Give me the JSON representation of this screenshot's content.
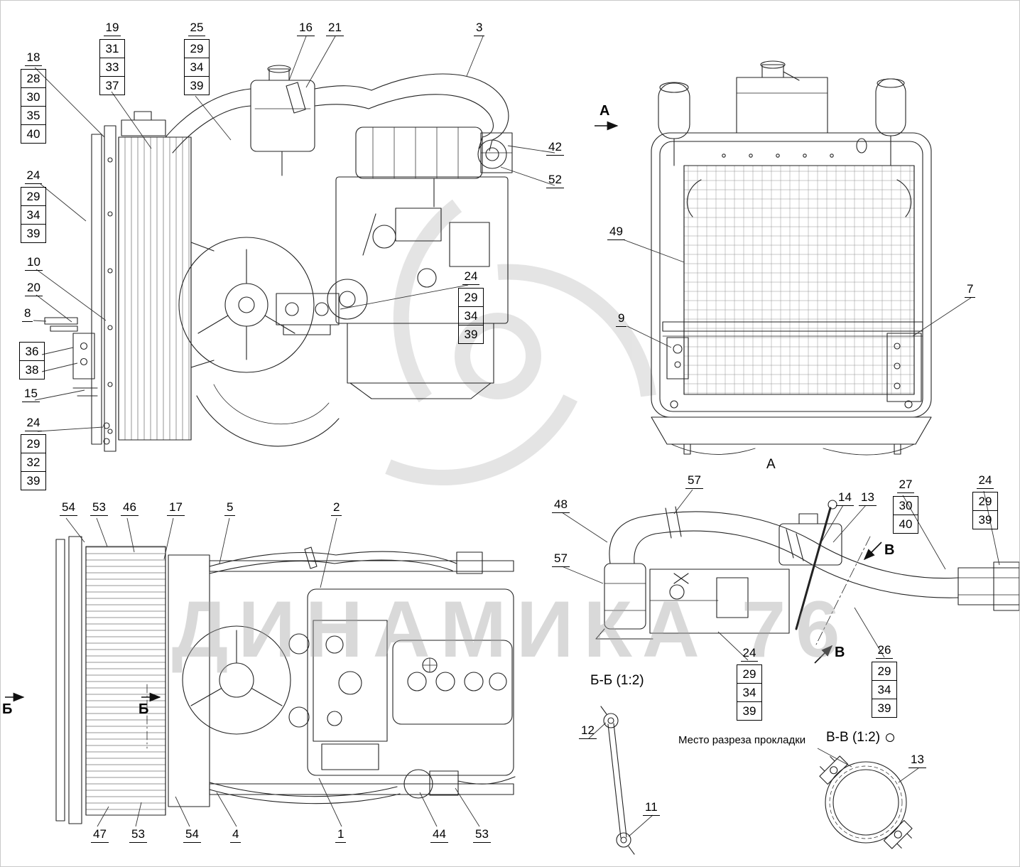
{
  "watermark": {
    "text": "ДИНАМИКА 76"
  },
  "labels": {
    "view_arrow_top": "А",
    "view_caption": "А",
    "section_b_left": "Б",
    "section_b_mid": "Б",
    "section_bb_caption": "Б-Б (1:2)",
    "section_v_upper": "В",
    "section_v_lower": "В",
    "section_vv_caption": "В-В (1:2)",
    "gasket_note": "Место разреза прокладки"
  },
  "callouts": {
    "s19": {
      "head": "19",
      "items": [
        "31",
        "33",
        "37"
      ]
    },
    "s25": {
      "head": "25",
      "items": [
        "29",
        "34",
        "39"
      ]
    },
    "n16": "16",
    "n21": "21",
    "n3": "3",
    "s18": {
      "head": "18",
      "items": [
        "28",
        "30",
        "35",
        "40"
      ]
    },
    "s24a": {
      "head": "24",
      "items": [
        "29",
        "34",
        "39"
      ]
    },
    "n10": "10",
    "n20": "20",
    "n8": "8",
    "s3638": {
      "items": [
        "36",
        "38"
      ]
    },
    "n15": "15",
    "s24b": {
      "head": "24",
      "items": [
        "29",
        "32",
        "39"
      ]
    },
    "s24c": {
      "head": "24",
      "items": [
        "29",
        "34",
        "39"
      ]
    },
    "n42": "42",
    "n52": "52",
    "n49": "49",
    "n9": "9",
    "n7": "7",
    "bl_top": [
      "54",
      "53",
      "46",
      "17",
      "5",
      "2"
    ],
    "bl_bottom": [
      "47",
      "53",
      "54",
      "4",
      "1",
      "44",
      "53"
    ],
    "n57a": "57",
    "n48": "48",
    "n57b": "57",
    "n14": "14",
    "n13a": "13",
    "s27": {
      "head": "27",
      "items": [
        "30",
        "40"
      ]
    },
    "s24d": {
      "head": "24",
      "items": [
        "29",
        "39"
      ]
    },
    "s24e": {
      "head": "24",
      "items": [
        "29",
        "34",
        "39"
      ]
    },
    "s26": {
      "head": "26",
      "items": [
        "29",
        "34",
        "39"
      ]
    },
    "n12": "12",
    "n11": "11",
    "n13b": "13"
  }
}
